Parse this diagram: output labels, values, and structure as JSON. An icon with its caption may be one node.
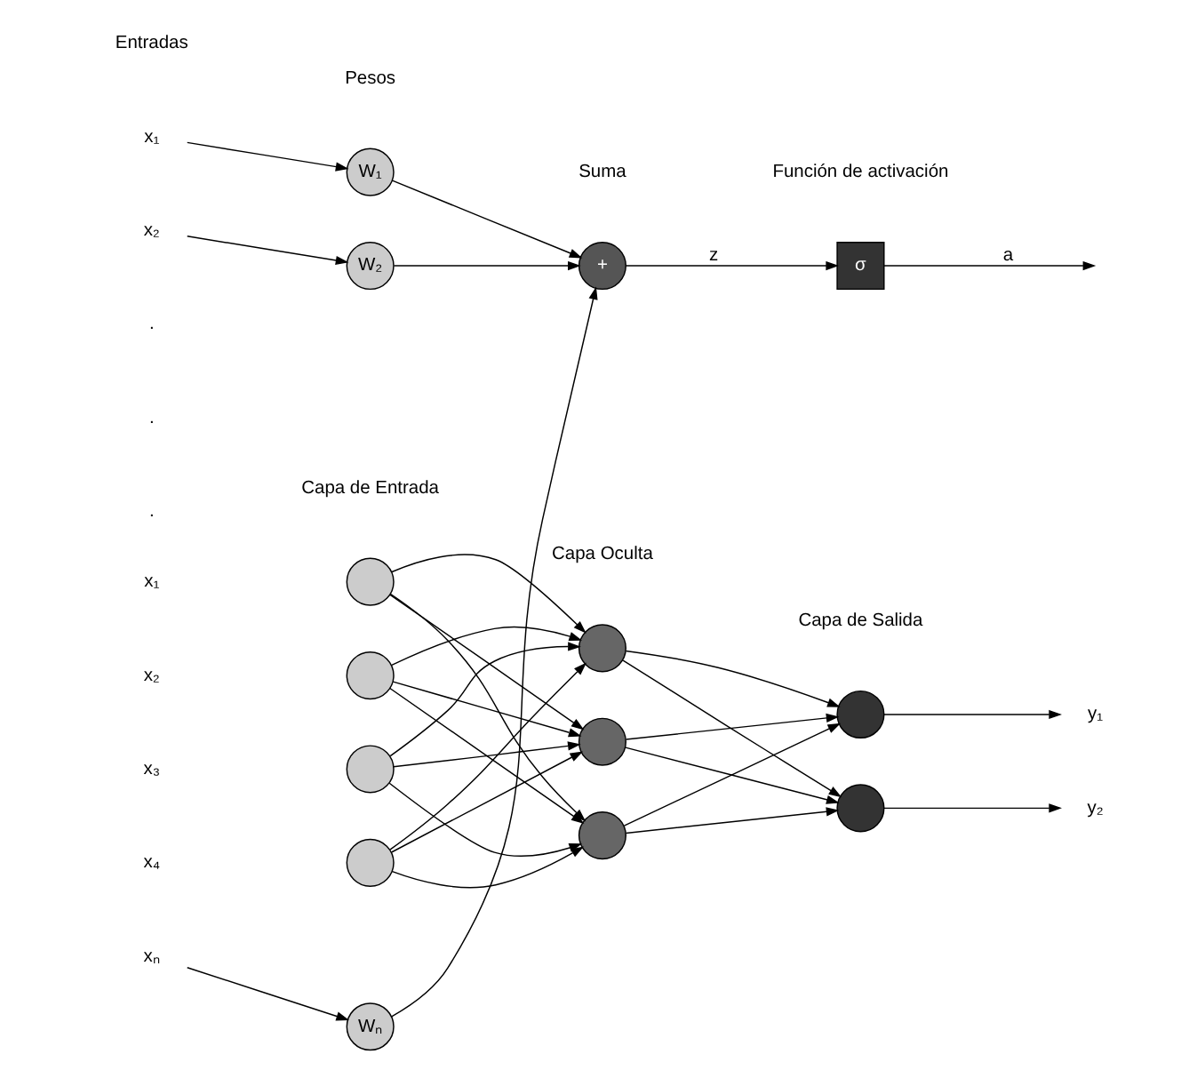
{
  "diagram": {
    "nodes": [
      {
        "text": [
          "x₁"
        ]
      },
      {
        "text": [
          "x₂"
        ]
      },
      {
        "text": [
          "xₙ"
        ]
      },
      {
        "text": [
          "W₁"
        ]
      },
      {
        "text": [
          "W₂"
        ]
      },
      {
        "text": [
          "Wₙ"
        ]
      },
      {
        "text": [
          "+"
        ],
        "beside": [
          "Suma"
        ]
      },
      {
        "text": [
          "σ"
        ],
        "beside": [
          "Función de activación"
        ]
      },
      {
        "text": [],
        "shape": "circle"
      },
      {
        "text": [],
        "shape": "circle"
      },
      {
        "text": [],
        "shape": "circle"
      },
      {
        "text": [],
        "shape": "circle"
      },
      {
        "text": [],
        "shape": "circle"
      },
      {
        "text": [],
        "shape": "circle"
      },
      {
        "text": [],
        "shape": "circle"
      },
      {
        "text": [],
        "shape": "circle"
      },
      {
        "text": [],
        "shape": "circle"
      },
      {
        "text": [
          "y₁"
        ]
      },
      {
        "text": [
          "y₂"
        ]
      }
    ],
    "edges": [
      {
        "from": 0,
        "to": 3,
        "arrow": "to"
      },
      {
        "from": 1,
        "to": 4,
        "arrow": "to"
      },
      {
        "from": 2,
        "to": 5,
        "arrow": "to"
      },
      {
        "from": 3,
        "to": 6,
        "arrow": "to"
      },
      {
        "from": 4,
        "to": 6,
        "arrow": "to"
      },
      {
        "from": 5,
        "to": 6,
        "arrow": "to"
      },
      {
        "from": 6,
        "to": 7,
        "arrow": "to",
        "label": "z"
      },
      {
        "from": 7,
        "to": null,
        "arrow": "to",
        "label": "a"
      },
      {
        "from": 8,
        "to": 12,
        "arrow": "to"
      },
      {
        "from": 8,
        "to": 13,
        "arrow": "to"
      },
      {
        "from": 8,
        "to": 14,
        "arrow": "to"
      },
      {
        "from": 9,
        "to": 12,
        "arrow": "to"
      },
      {
        "from": 9,
        "to": 13,
        "arrow": "to"
      },
      {
        "from": 9,
        "to": 14,
        "arrow": "to"
      },
      {
        "from": 10,
        "to": 12,
        "arrow": "to"
      },
      {
        "from": 10,
        "to": 13,
        "arrow": "to"
      },
      {
        "from": 10,
        "to": 14,
        "arrow": "to"
      },
      {
        "from": 11,
        "to": 12,
        "arrow": "to"
      },
      {
        "from": 11,
        "to": 13,
        "arrow": "to"
      },
      {
        "from": 11,
        "to": 14,
        "arrow": "to"
      },
      {
        "from": 12,
        "to": 15,
        "arrow": "to"
      },
      {
        "from": 12,
        "to": 16,
        "arrow": "to"
      },
      {
        "from": 13,
        "to": 15,
        "arrow": "to"
      },
      {
        "from": 13,
        "to": 16,
        "arrow": "to"
      },
      {
        "from": 14,
        "to": 15,
        "arrow": "to"
      },
      {
        "from": 14,
        "to": 16,
        "arrow": "to"
      },
      {
        "from": 15,
        "to": 17,
        "arrow": "to"
      },
      {
        "from": 16,
        "to": 18,
        "arrow": "to"
      }
    ],
    "labels": [
      "Entradas",
      "Pesos",
      ".",
      ".",
      ".",
      "Capa de Entrada",
      "Capa Oculta",
      "Capa de Salida",
      "x₁",
      "x₂",
      "x₃",
      "x₄"
    ]
  }
}
